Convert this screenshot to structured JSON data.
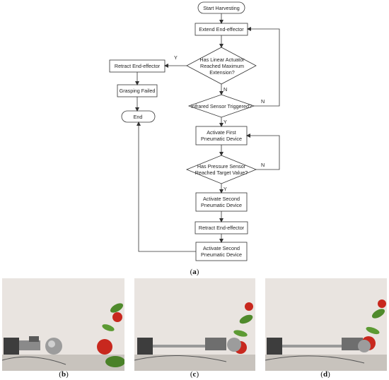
{
  "flowchart": {
    "nodes": {
      "start": "Start Harvesting",
      "extend": "Extend End-effector",
      "q_max_1": "Has Linear Actuator",
      "q_max_2": "Reached Maximum",
      "q_max_3": "Extension?",
      "retract_left": "Retract End-effector",
      "grasp_failed": "Grasping Failed",
      "end": "End",
      "q_ir": "Infrared Sensor Triggered?",
      "act_first_1": "Activate First",
      "act_first_2": "Pneumatic Device",
      "q_pres_1": "Has Pressure Sensor",
      "q_pres_2": "Reached Target Value?",
      "act_second_1": "Activate Second",
      "act_second_2": "Pneumatic Device",
      "retract_main": "Retract End-effector",
      "act_second_b1": "Activate Second",
      "act_second_b2": "Pneumatic Device"
    },
    "labels": {
      "y_max": "Y",
      "n_max": "N",
      "n_ir": "N",
      "y_ir": "Y",
      "n_pres": "N",
      "y_pres": "Y"
    }
  },
  "captions": {
    "a": "a",
    "b": "b",
    "c": "c",
    "d": "d"
  },
  "colors": {
    "line": "#333333",
    "wall": "#e9e4e0",
    "table": "#c8c3bd",
    "apple": "#c8281e",
    "leaf": "#4f8a2c"
  }
}
